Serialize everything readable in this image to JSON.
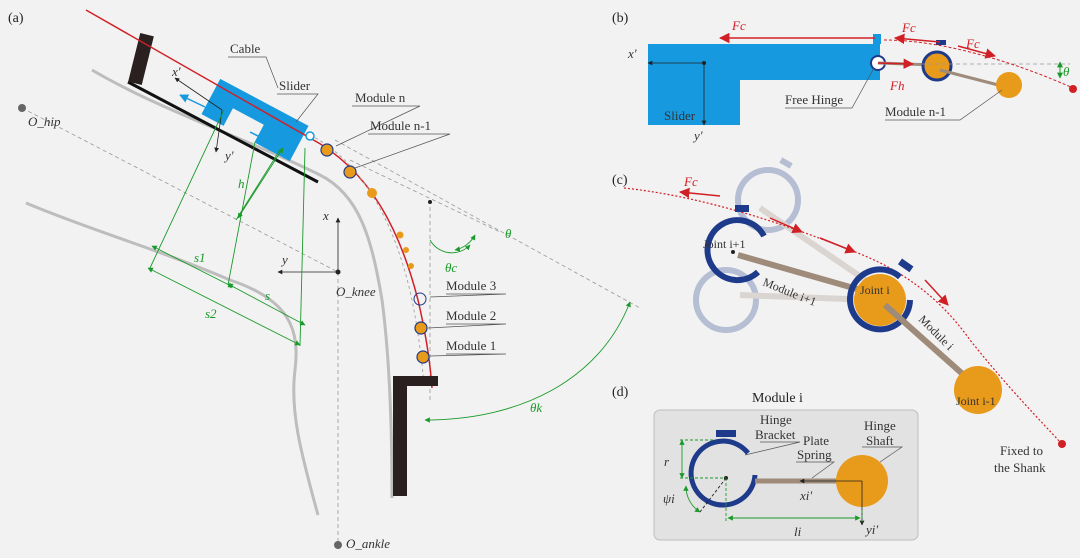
{
  "panels": {
    "a": "(a)",
    "b": "(b)",
    "c": "(c)",
    "d": "(d)"
  },
  "panel_a": {
    "cable": "Cable",
    "slider": "Slider",
    "module_n": "Module n",
    "module_n1": "Module n-1",
    "module_3": "Module 3",
    "module_2": "Module 2",
    "module_1": "Module 1",
    "o_hip": "O_hip",
    "o_knee": "O_knee",
    "o_ankle": "O_ankle",
    "x_prime": "x′",
    "y_prime": "y′",
    "x": "x",
    "y": "y",
    "h": "h",
    "s": "s",
    "s1": "s1",
    "s2": "s2",
    "theta": "θ",
    "theta_c": "θc",
    "theta_k": "θk"
  },
  "panel_b": {
    "fc1": "Fc",
    "fc2": "Fc",
    "fc3": "Fc",
    "fh": "Fh",
    "x_prime": "x′",
    "y_prime": "y′",
    "slider": "Slider",
    "free_hinge": "Free Hinge",
    "module_n1": "Module n-1",
    "theta": "θ"
  },
  "panel_c": {
    "fc": "Fc",
    "joint_i1": "Joint i+1",
    "joint_i": "Joint i",
    "joint_im1": "Joint i-1",
    "module_i1": "Module i+1",
    "module_i": "Module i",
    "fixed_line1": "Fixed to",
    "fixed_line2": "the Shank"
  },
  "panel_d": {
    "title": "Module i",
    "hinge_bracket_1": "Hinge",
    "hinge_bracket_2": "Bracket",
    "plate_spring_1": "Plate",
    "plate_spring_2": "Spring",
    "hinge_shaft_1": "Hinge",
    "hinge_shaft_2": "Shaft",
    "r": "r",
    "psi": "ψi",
    "l": "li",
    "x_i": "xi′",
    "y_i": "yi′"
  },
  "colors": {
    "blue_slider": "#1699df",
    "dark_blue": "#1e3a8a",
    "orange": "#e89a1a",
    "red": "#d11f26",
    "green": "#1a9a2a",
    "gray_leg": "#bdbdbd",
    "dark_bracket": "#2a2020"
  }
}
